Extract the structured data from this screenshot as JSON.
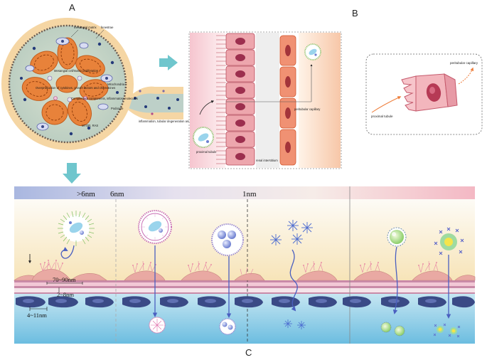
{
  "panels": {
    "a": "A",
    "b": "B",
    "c": "C"
  },
  "panel_a": {
    "labels": {
      "mesangial_matrix": "mesangial matrix",
      "fenestrae": "fenestrae",
      "mesangial_proliferation": "Mesangial cell/matrix proliferation",
      "overproduction": "Overproduction of cytokines, growth factors and chemokines",
      "complement": "Complement components, inflammatory molecules",
      "mitochondrial": "Mitochondria",
      "podocyte": "Podocyte",
      "mitor_ras": "MTOR, RAS",
      "inflammation": "inflammation, tubular degeneration and fibrosis"
    }
  },
  "panel_a_detail": {
    "labels": {
      "proximal_tubule": "proximal tubule",
      "renal_interstitium": "renal interstitium",
      "peritubular_capillary": "peritubular capillary"
    }
  },
  "panel_b": {
    "labels": {
      "peritubular_capillary": "peritubular capillary",
      "proximal_tubule": "proximal tubule"
    }
  },
  "panel_c": {
    "size_labels": {
      "gt6nm": ">6nm",
      "six_nm": "6nm",
      "one_nm": "1nm"
    },
    "dimensions": {
      "glycocalyx": "70~90nm",
      "basement": "2~8nm",
      "slit": "4~11nm"
    }
  },
  "colors": {
    "capsule": "#f5d6a4",
    "tissue": "#c3d3c4",
    "mesangium": "#e8823a",
    "cell_pink": "#e9a9a3",
    "membrane": "#c98aa8",
    "blood_blue": "#7ac3e0",
    "arrow_teal": "#6fc6cd",
    "nucleus_navy": "#3a4a86"
  }
}
